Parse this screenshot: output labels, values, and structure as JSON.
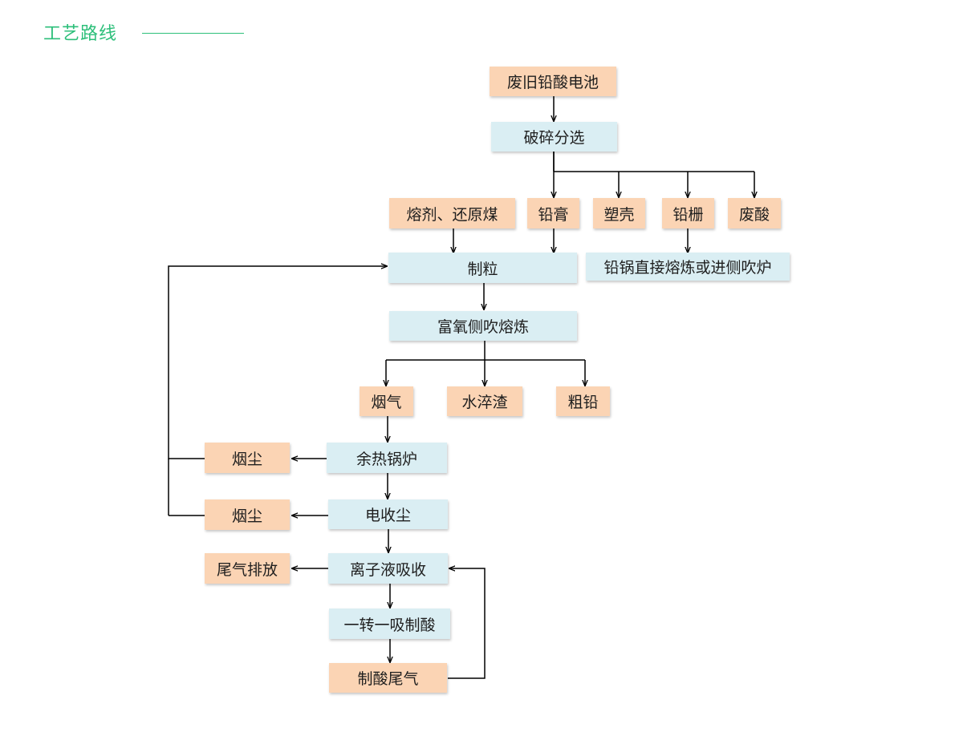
{
  "header": {
    "title": "工艺路线"
  },
  "colors": {
    "accent": "#2dbf7a",
    "material_box": "#fbd4b4",
    "process_box": "#daeef3",
    "line": "#000000"
  },
  "nodes": {
    "n1": "废旧铅酸电池",
    "n2": "破碎分选",
    "n3": "熔剂、还原煤",
    "n4": "铅膏",
    "n5": "塑壳",
    "n6": "铅栅",
    "n7": "废酸",
    "n8": "制粒",
    "n9": "铅锅直接熔炼或进侧吹炉",
    "n10": "富氧侧吹熔炼",
    "n11": "烟气",
    "n12": "水淬渣",
    "n13": "粗铅",
    "n14": "余热锅炉",
    "n15": "烟尘",
    "n16": "电收尘",
    "n17": "烟尘",
    "n18": "离子液吸收",
    "n19": "尾气排放",
    "n20": "一转一吸制酸",
    "n21": "制酸尾气"
  }
}
